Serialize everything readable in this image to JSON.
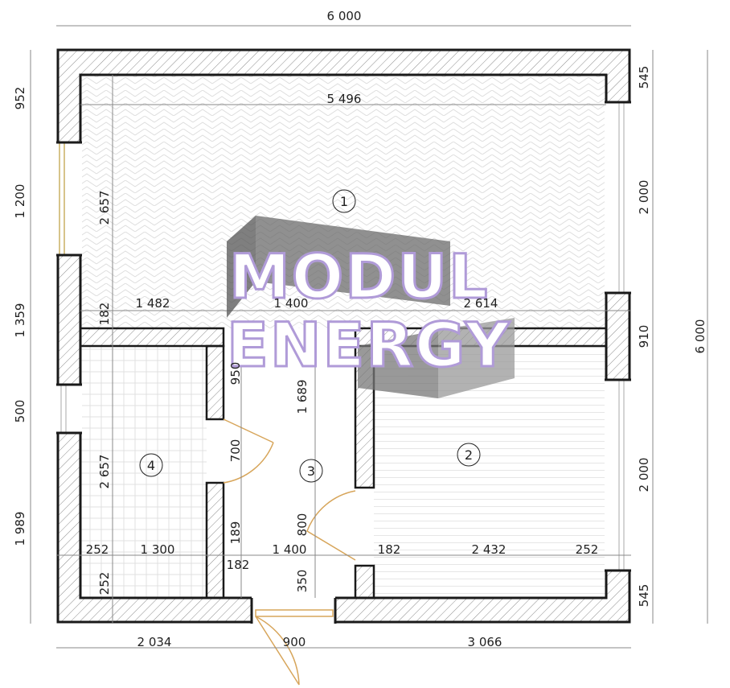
{
  "dimensions": {
    "top_total": "6 000",
    "bottom_left": "2 034",
    "bottom_door": "900",
    "bottom_right": "3 066",
    "right_total": "6 000",
    "right_545_top": "545",
    "right_2000_top": "2 000",
    "right_910": "910",
    "right_2000_bottom": "2 000",
    "right_545_bottom": "545",
    "left_952": "952",
    "left_1200": "1 200",
    "left_1359": "1 359",
    "left_500": "500",
    "left_1989": "1 989",
    "room1_width": "5 496",
    "room1_height": "2 657",
    "row1_182": "182",
    "row1_1482": "1 482",
    "row1_1400": "1 400",
    "row1_2614": "2 614",
    "hall_950": "950",
    "hall_700": "700",
    "hall_1689": "1 689",
    "hall_800": "800",
    "hall_189": "189",
    "hall_182": "182",
    "hall_350": "350",
    "room4_height": "2 657",
    "row2_252": "252",
    "row2_1300": "1 300",
    "row2_1400": "1 400",
    "row2_182": "182",
    "row2_2432": "2 432",
    "row2_252_right": "252",
    "room4_252_vertical": "252"
  },
  "rooms": {
    "room1": "1",
    "room2": "2",
    "room3": "3",
    "room4": "4"
  },
  "watermark": {
    "line1": "MODUL",
    "line2": "ENERGY"
  },
  "colors": {
    "wall": "#1a1a1a",
    "hatch": "#9a9a9a",
    "door_arc": "#d7a55a",
    "watermark_stroke": "#b09bd8",
    "watermark_logo": "#6b6b6b"
  }
}
